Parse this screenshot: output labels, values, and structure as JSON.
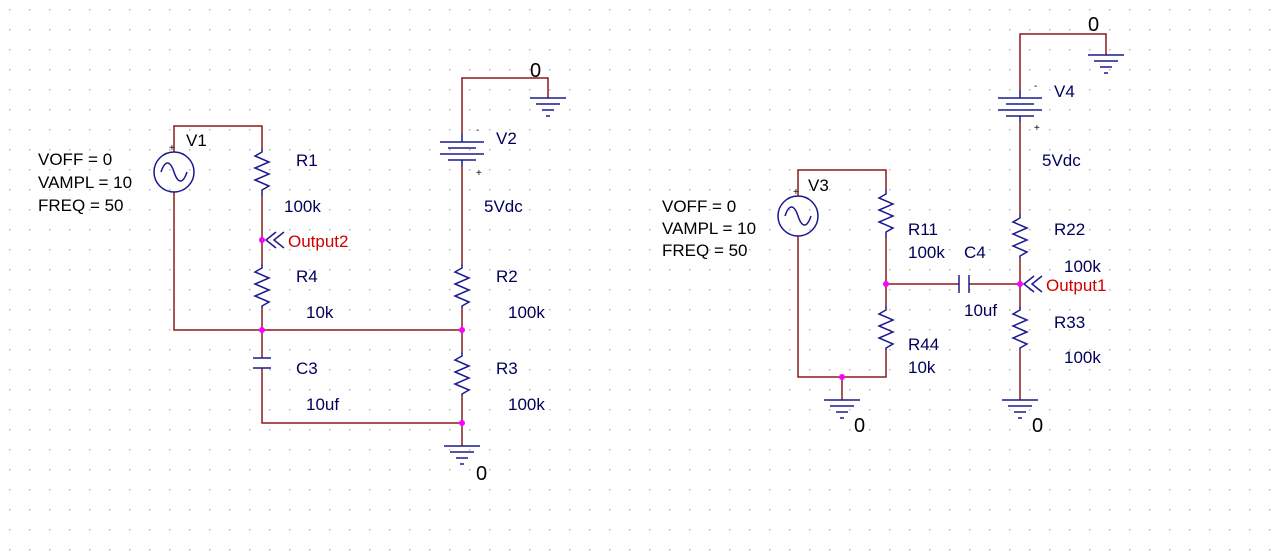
{
  "colors": {
    "wire": "#8b1c1c",
    "component": "#1a1a8c",
    "junction": "#ff00ff",
    "net_label": "#d00000",
    "text": "#00005a"
  },
  "circuit1": {
    "V1": {
      "name": "V1",
      "params": [
        "VOFF = 0",
        "VAMPL = 10",
        "FREQ = 50"
      ]
    },
    "V2": {
      "name": "V2",
      "value": "5Vdc"
    },
    "R1": {
      "name": "R1",
      "value": "100k"
    },
    "R4": {
      "name": "R4",
      "value": "10k"
    },
    "R2": {
      "name": "R2",
      "value": "100k"
    },
    "R3": {
      "name": "R3",
      "value": "100k"
    },
    "C3": {
      "name": "C3",
      "value": "10uf"
    },
    "net": "Output2",
    "gnd_top": "0",
    "gnd_bottom": "0"
  },
  "circuit2": {
    "V3": {
      "name": "V3",
      "params": [
        "VOFF = 0",
        "VAMPL = 10",
        "FREQ = 50"
      ]
    },
    "V4": {
      "name": "V4",
      "value": "5Vdc"
    },
    "R11": {
      "name": "R11",
      "value": "100k"
    },
    "R44": {
      "name": "R44",
      "value": "10k"
    },
    "R22": {
      "name": "R22",
      "value": "100k"
    },
    "R33": {
      "name": "R33",
      "value": "100k"
    },
    "C4": {
      "name": "C4",
      "value": "10uf"
    },
    "net": "Output1",
    "gnd_top": "0",
    "gnd_left": "0",
    "gnd_right": "0"
  }
}
